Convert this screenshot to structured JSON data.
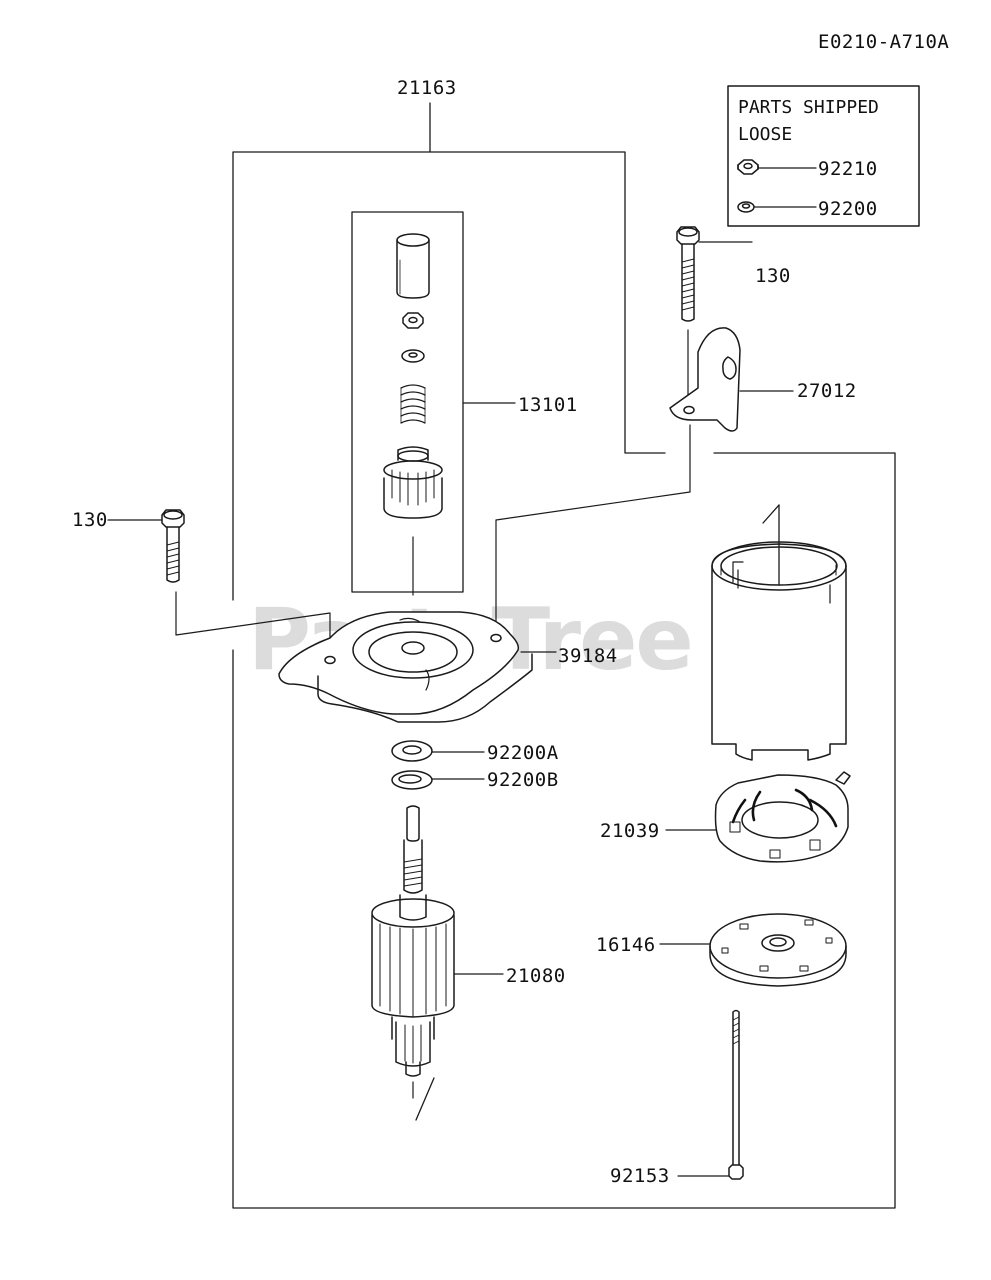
{
  "diagram_id": "E0210-A710A",
  "watermark": {
    "text": "PartsTree",
    "mark": "™"
  },
  "loose_box": {
    "title": "PARTS SHIPPED\nLOOSE",
    "items": [
      {
        "number": "92210",
        "icon": "nut-icon"
      },
      {
        "number": "92200",
        "icon": "washer-icon"
      }
    ]
  },
  "parts": {
    "p21163": "21163",
    "p13101": "13101",
    "p130_right": "130",
    "p27012": "27012",
    "p130_left": "130",
    "p39184": "39184",
    "p92200A": "92200A",
    "p92200B": "92200B",
    "p21039": "21039",
    "p16146": "16146",
    "p21080": "21080",
    "p92153": "92153"
  }
}
